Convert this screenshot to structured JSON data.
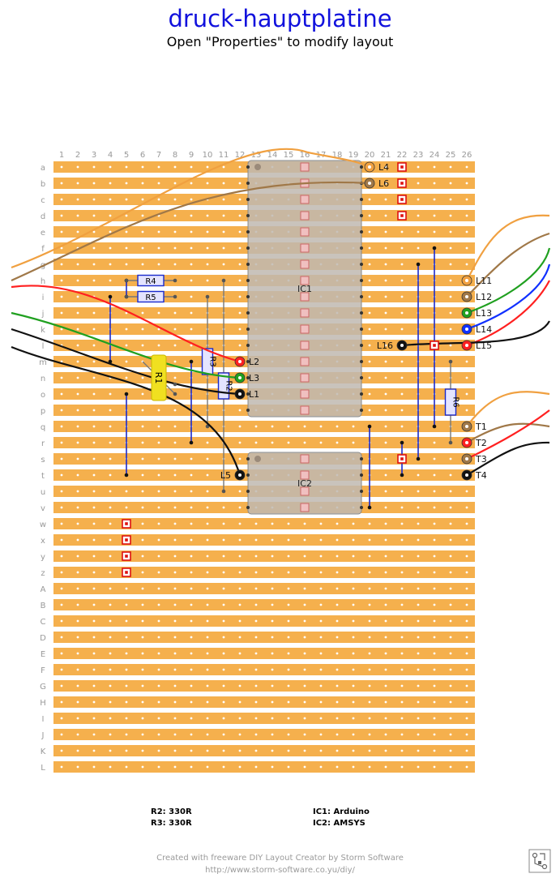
{
  "header": {
    "title": "druck-hauptplatine",
    "subtitle": "Open \"Properties\" to modify layout"
  },
  "board": {
    "columns": [
      "1",
      "2",
      "3",
      "4",
      "5",
      "6",
      "7",
      "8",
      "9",
      "10",
      "11",
      "12",
      "13",
      "14",
      "15",
      "16",
      "17",
      "18",
      "19",
      "20",
      "21",
      "22",
      "23",
      "24",
      "25",
      "26"
    ],
    "rows": [
      "a",
      "b",
      "c",
      "d",
      "e",
      "f",
      "g",
      "h",
      "i",
      "j",
      "k",
      "l",
      "m",
      "n",
      "o",
      "p",
      "q",
      "r",
      "s",
      "t",
      "u",
      "v",
      "w",
      "x",
      "y",
      "z",
      "A",
      "B",
      "C",
      "D",
      "E",
      "F",
      "G",
      "H",
      "I",
      "J",
      "K",
      "L"
    ],
    "strip_color": "#f5b04d",
    "gap_color": "#ffffff",
    "hole_color": "#ffffff",
    "module_fill": "#c0b8b0",
    "header_pin_fill": "#f0c0c0",
    "header_pin_stroke": "#cc6666"
  },
  "modules": [
    {
      "label": "IC1",
      "col_from": 13,
      "col_to": 19,
      "row_from": "a",
      "row_to": "p"
    },
    {
      "label": "IC2",
      "col_from": 13,
      "col_to": 19,
      "row_from": "s",
      "row_to": "v"
    }
  ],
  "resistors": [
    {
      "label": "R4",
      "orientation": "h",
      "col_from": 5,
      "col_to": 8,
      "row": "h"
    },
    {
      "label": "R5",
      "orientation": "h",
      "col_from": 5,
      "col_to": 8,
      "row": "i"
    },
    {
      "label": "R3",
      "orientation": "v",
      "col": 10,
      "row_from": "i",
      "row_to": "q"
    },
    {
      "label": "R2",
      "orientation": "v",
      "col": 11,
      "row_from": "h",
      "row_to": "u"
    },
    {
      "label": "R6",
      "orientation": "v",
      "col": 25,
      "row_from": "m",
      "row_to": "r"
    }
  ],
  "yellow_component": {
    "label": "R1",
    "color": "#f0e020"
  },
  "jumpers": [
    {
      "col": 4,
      "row_from": "i",
      "row_to": "m"
    },
    {
      "col": 5,
      "row_from": "o",
      "row_to": "t"
    },
    {
      "col": 5,
      "row_from": "h",
      "row_to": "i"
    },
    {
      "col": 9,
      "row_from": "m",
      "row_to": "r"
    },
    {
      "col": 20,
      "row_from": "q",
      "row_to": "v"
    },
    {
      "col": 22,
      "row_from": "r",
      "row_to": "t"
    },
    {
      "col": 23,
      "row_from": "g",
      "row_to": "s"
    },
    {
      "col": 24,
      "row_from": "f",
      "row_to": "q"
    }
  ],
  "pads": [
    {
      "label": "L4",
      "col": 20,
      "row": "a",
      "color": "#f0a040",
      "label_side": "right"
    },
    {
      "label": "L6",
      "col": 20,
      "row": "b",
      "color": "#a07848",
      "label_side": "right"
    },
    {
      "label": "L2",
      "col": 12,
      "row": "m",
      "color": "#ff2020",
      "label_side": "right"
    },
    {
      "label": "L3",
      "col": 12,
      "row": "n",
      "color": "#20a020",
      "label_side": "right"
    },
    {
      "label": "L1",
      "col": 12,
      "row": "o",
      "color": "#111111",
      "label_side": "right"
    },
    {
      "label": "L5",
      "col": 12,
      "row": "t",
      "color": "#111111",
      "label_side": "left"
    },
    {
      "label": "L16",
      "col": 22,
      "row": "l",
      "color": "#111111",
      "label_side": "left"
    },
    {
      "label": "L11",
      "col": 26,
      "row": "h",
      "color": "#f0a040",
      "label_side": "right"
    },
    {
      "label": "L12",
      "col": 26,
      "row": "i",
      "color": "#a07848",
      "label_side": "right"
    },
    {
      "label": "L13",
      "col": 26,
      "row": "j",
      "color": "#20a020",
      "label_side": "right"
    },
    {
      "label": "L14",
      "col": 26,
      "row": "k",
      "color": "#1030ff",
      "label_side": "right"
    },
    {
      "label": "L15",
      "col": 26,
      "row": "l",
      "color": "#ff2020",
      "label_side": "right"
    },
    {
      "label": "T1",
      "col": 26,
      "row": "q",
      "color": "#a07848",
      "label_side": "right"
    },
    {
      "label": "T2",
      "col": 26,
      "row": "r",
      "color": "#ff2020",
      "label_side": "right"
    },
    {
      "label": "T3",
      "col": 26,
      "row": "s",
      "color": "#a07848",
      "label_side": "right"
    },
    {
      "label": "T4",
      "col": 26,
      "row": "t",
      "color": "#111111",
      "label_side": "right"
    }
  ],
  "red_square_pads": [
    {
      "col": 22,
      "row": "a"
    },
    {
      "col": 22,
      "row": "b"
    },
    {
      "col": 22,
      "row": "c"
    },
    {
      "col": 22,
      "row": "d"
    },
    {
      "col": 22,
      "row": "s"
    },
    {
      "col": 24,
      "row": "l"
    },
    {
      "col": 5,
      "row": "w"
    },
    {
      "col": 5,
      "row": "x"
    },
    {
      "col": 5,
      "row": "y"
    },
    {
      "col": 5,
      "row": "z"
    }
  ],
  "legend": {
    "left_lines": [
      "R2: 330R",
      "R3: 330R"
    ],
    "right_lines": [
      "IC1: Arduino",
      "IC2: AMSYS"
    ]
  },
  "footer": {
    "line1": "Created with freeware DIY Layout Creator by Storm Software",
    "line2": "http://www.storm-software.co.yu/diy/"
  }
}
